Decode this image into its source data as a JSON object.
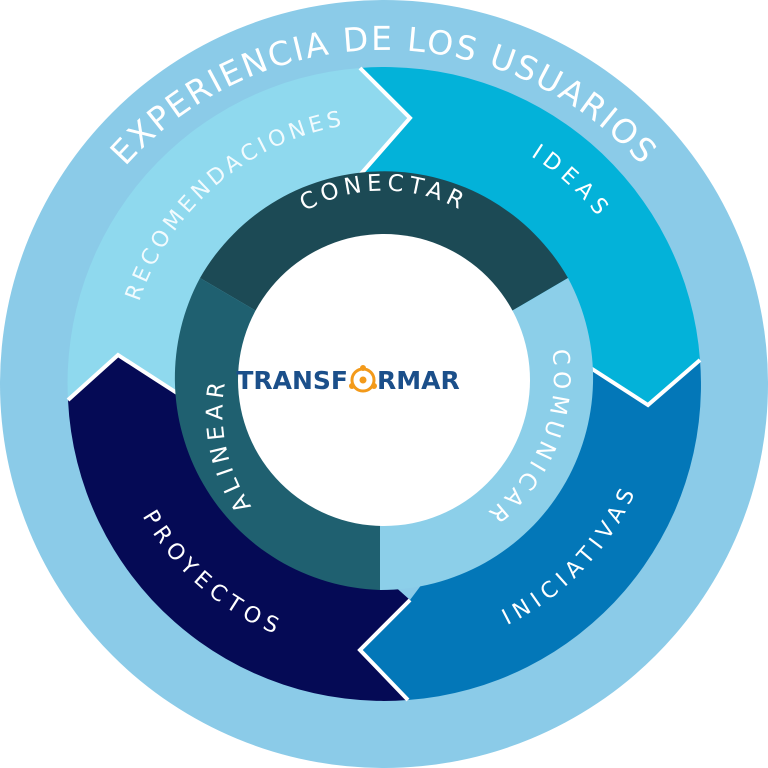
{
  "outer_ring": {
    "label": "EXPERIENCIA DE LOS USUARIOS",
    "color": "#8bcbe8"
  },
  "cycle": [
    {
      "label": "IDEAS",
      "color": "#03b2d9"
    },
    {
      "label": "INICIATIVAS",
      "color": "#0377b8"
    },
    {
      "label": "PROYECTOS",
      "color": "#050a55"
    },
    {
      "label": "RECOMENDACIONES",
      "color": "#8fd9ee"
    }
  ],
  "inner_ring": [
    {
      "label": "CONECTAR",
      "color": "#1c4a55"
    },
    {
      "label": "COMUNICAR",
      "color": "#8ccfe9"
    },
    {
      "label": "ALINEAR",
      "color": "#1f6070"
    }
  ],
  "center": {
    "logo_prefix": "TRANSF",
    "logo_suffix": "RMAR",
    "logo_text_color": "#1b4f8a",
    "logo_icon_color": "#f39a1a",
    "background": "#ffffff"
  }
}
